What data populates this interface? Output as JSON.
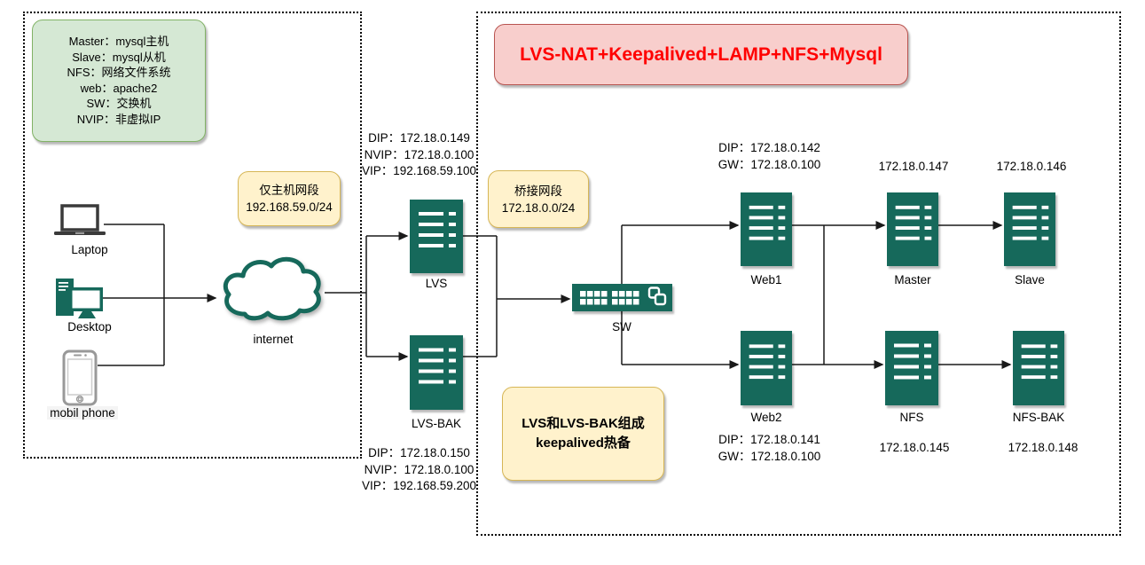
{
  "legend": {
    "items": [
      "Master：mysql主机",
      "Slave：mysql从机",
      "NFS：网络文件系统",
      "web：apache2",
      "SW：交换机",
      "NVIP：非虚拟IP"
    ]
  },
  "title": {
    "text": "LVS-NAT+Keepalived+LAMP+NFS+Mysql"
  },
  "notes": {
    "host_only_net": {
      "line1": "仅主机网段",
      "line2": "192.168.59.0/24"
    },
    "bridge_net": {
      "line1": "桥接网段",
      "line2": "172.18.0.0/24"
    },
    "keepalived": {
      "line1": "LVS和LVS-BAK组成",
      "line2": "keepalived热备"
    }
  },
  "clients": {
    "laptop": "Laptop",
    "desktop": "Desktop",
    "phone": "mobil phone"
  },
  "cloud_label": "internet",
  "nodes": {
    "lvs": {
      "label": "LVS"
    },
    "lvs_bak": {
      "label": "LVS-BAK"
    },
    "sw": {
      "label": "SW"
    },
    "web1": {
      "label": "Web1"
    },
    "web2": {
      "label": "Web2"
    },
    "master": {
      "label": "Master",
      "ip": "172.18.0.147"
    },
    "slave": {
      "label": "Slave",
      "ip": "172.18.0.146"
    },
    "nfs": {
      "label": "NFS",
      "ip": "172.18.0.145"
    },
    "nfs_bak": {
      "label": "NFS-BAK",
      "ip": "172.18.0.148"
    }
  },
  "annotations": {
    "lvs": [
      "DIP：172.18.0.149",
      "NVIP：172.18.0.100",
      "VIP：192.168.59.100"
    ],
    "lvs_bak": [
      "DIP：172.18.0.150",
      "NVIP：172.18.0.100",
      "VIP：192.168.59.200"
    ],
    "web1": [
      "DIP：172.18.0.142",
      "GW：172.18.0.100"
    ],
    "web2": [
      "DIP：172.18.0.141",
      "GW：172.18.0.100"
    ]
  },
  "colors": {
    "node_green": "#16695B",
    "legend_bg": "#d5e8d4",
    "legend_border": "#82b366",
    "title_bg": "#f8cecc",
    "title_border": "#b85450",
    "title_text": "#ff0000",
    "note_bg": "#fff2cc",
    "note_border": "#d6b656",
    "connector": "#1a1a1a"
  }
}
